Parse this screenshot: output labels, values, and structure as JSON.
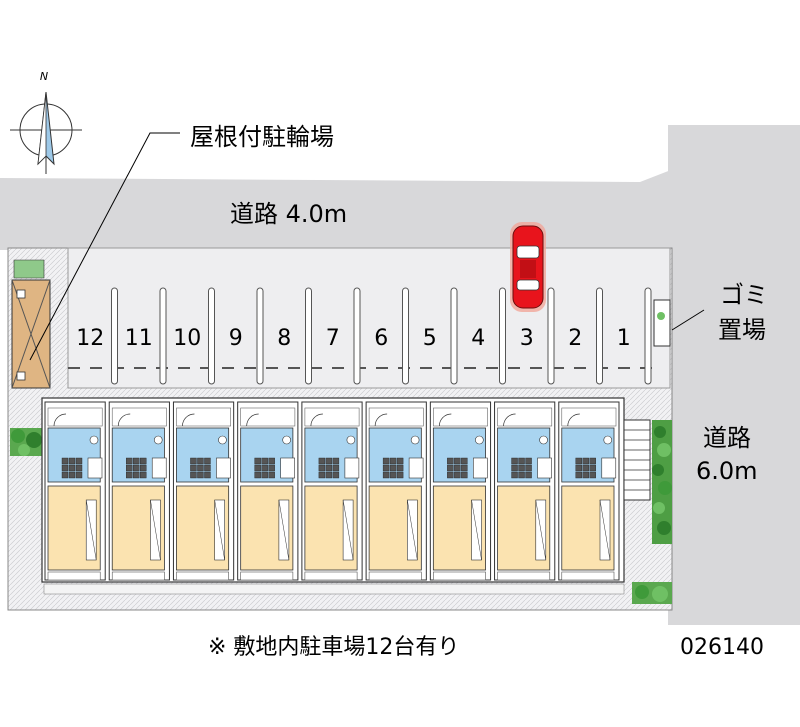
{
  "compass": {
    "north_label": "N"
  },
  "labels": {
    "bike_parking": "屋根付駐輪場",
    "road_top": "道路 4.0m",
    "garbage_line1": "ゴミ",
    "garbage_line2": "置場",
    "road_right_line1": "道路",
    "road_right_line2": "6.0m",
    "footer_note": "※ 敷地内駐車場12台有り",
    "property_code": "026140"
  },
  "parking": {
    "slots": [
      "12",
      "11",
      "10",
      "9",
      "8",
      "7",
      "6",
      "5",
      "4",
      "3",
      "2",
      "1"
    ],
    "car_in_slot": "3"
  },
  "building": {
    "unit_count": 9
  },
  "colors": {
    "road": "#d8d8da",
    "parking_lot": "#eeeef0",
    "unit_floor": "#fbe3b0",
    "unit_wet": "#a9d4f0",
    "bike_shed": "#dfb583",
    "greenery": "#3f9a3a",
    "car": "#e8141c"
  }
}
